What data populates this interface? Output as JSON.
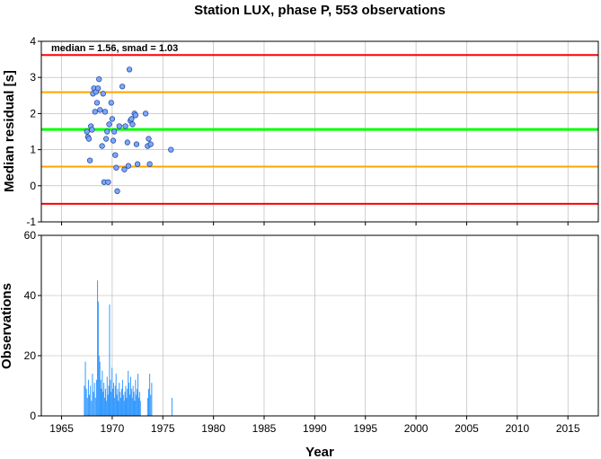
{
  "title": "Station LUX, phase P, 553 observations",
  "annotation": "median = 1.56, smad = 1.03",
  "colors": {
    "red_line": "#ff0000",
    "orange_line": "#ffa500",
    "green_line": "#00ff00",
    "points": "#7aa7ff",
    "bars": "#3399ff"
  },
  "chart_data": [
    {
      "type": "scatter",
      "ylabel": "Median residual [s]",
      "xlim": [
        1963,
        2018
      ],
      "ylim": [
        -1,
        4
      ],
      "yticks": [
        -1,
        0,
        1,
        2,
        3,
        4
      ],
      "grid": true,
      "hlines": [
        {
          "y": 3.62,
          "color": "red"
        },
        {
          "y": 2.59,
          "color": "orange"
        },
        {
          "y": 1.56,
          "color": "green"
        },
        {
          "y": 0.53,
          "color": "orange"
        },
        {
          "y": -0.5,
          "color": "red"
        }
      ],
      "points": [
        [
          1967.5,
          1.5
        ],
        [
          1967.6,
          1.35
        ],
        [
          1967.7,
          1.3
        ],
        [
          1967.8,
          0.7
        ],
        [
          1967.9,
          1.65
        ],
        [
          1968.0,
          1.55
        ],
        [
          1968.1,
          2.55
        ],
        [
          1968.2,
          2.7
        ],
        [
          1968.3,
          2.05
        ],
        [
          1968.4,
          2.6
        ],
        [
          1968.5,
          2.3
        ],
        [
          1968.6,
          2.7
        ],
        [
          1968.7,
          2.95
        ],
        [
          1968.8,
          2.1
        ],
        [
          1969.0,
          1.1
        ],
        [
          1969.1,
          2.55
        ],
        [
          1969.2,
          0.1
        ],
        [
          1969.3,
          2.05
        ],
        [
          1969.4,
          1.3
        ],
        [
          1969.5,
          1.5
        ],
        [
          1969.6,
          0.1
        ],
        [
          1969.7,
          1.7
        ],
        [
          1969.9,
          2.3
        ],
        [
          1970.0,
          1.85
        ],
        [
          1970.1,
          1.25
        ],
        [
          1970.2,
          1.5
        ],
        [
          1970.3,
          0.85
        ],
        [
          1970.4,
          0.5
        ],
        [
          1970.5,
          -0.15
        ],
        [
          1970.7,
          1.65
        ],
        [
          1971.0,
          2.75
        ],
        [
          1971.2,
          0.45
        ],
        [
          1971.3,
          1.65
        ],
        [
          1971.5,
          1.2
        ],
        [
          1971.6,
          0.55
        ],
        [
          1971.7,
          3.22
        ],
        [
          1971.8,
          1.8
        ],
        [
          1971.9,
          1.85
        ],
        [
          1972.0,
          1.7
        ],
        [
          1972.2,
          2.0
        ],
        [
          1972.3,
          1.95
        ],
        [
          1972.4,
          1.15
        ],
        [
          1972.5,
          0.6
        ],
        [
          1973.3,
          2.0
        ],
        [
          1973.5,
          1.1
        ],
        [
          1973.6,
          1.3
        ],
        [
          1973.7,
          0.6
        ],
        [
          1973.8,
          1.15
        ],
        [
          1975.8,
          1.0
        ]
      ]
    },
    {
      "type": "bar",
      "xlabel": "Year",
      "ylabel": "Observations",
      "xlim": [
        1963,
        2018
      ],
      "ylim": [
        0,
        60
      ],
      "xticks": [
        1965,
        1970,
        1975,
        1980,
        1985,
        1990,
        1995,
        2000,
        2005,
        2010,
        2015
      ],
      "yticks": [
        0,
        20,
        40,
        60
      ],
      "grid": true,
      "bars": [
        [
          1967.25,
          10
        ],
        [
          1967.35,
          18
        ],
        [
          1967.45,
          9
        ],
        [
          1967.55,
          6
        ],
        [
          1967.65,
          12
        ],
        [
          1967.75,
          7
        ],
        [
          1967.85,
          10
        ],
        [
          1967.95,
          5
        ],
        [
          1968.05,
          14
        ],
        [
          1968.15,
          8
        ],
        [
          1968.25,
          11
        ],
        [
          1968.35,
          6
        ],
        [
          1968.45,
          12
        ],
        [
          1968.55,
          45
        ],
        [
          1968.62,
          38
        ],
        [
          1968.7,
          20
        ],
        [
          1968.78,
          18
        ],
        [
          1968.86,
          12
        ],
        [
          1968.94,
          9
        ],
        [
          1969.02,
          15
        ],
        [
          1969.1,
          8
        ],
        [
          1969.18,
          11
        ],
        [
          1969.26,
          6
        ],
        [
          1969.34,
          9
        ],
        [
          1969.42,
          5
        ],
        [
          1969.5,
          13
        ],
        [
          1969.58,
          7
        ],
        [
          1969.66,
          10
        ],
        [
          1969.74,
          37
        ],
        [
          1969.82,
          12
        ],
        [
          1969.9,
          8
        ],
        [
          1969.98,
          16
        ],
        [
          1970.06,
          9
        ],
        [
          1970.14,
          11
        ],
        [
          1970.22,
          6
        ],
        [
          1970.3,
          10
        ],
        [
          1970.38,
          14
        ],
        [
          1970.46,
          7
        ],
        [
          1970.54,
          9
        ],
        [
          1970.62,
          5
        ],
        [
          1970.7,
          11
        ],
        [
          1970.78,
          8
        ],
        [
          1970.86,
          6
        ],
        [
          1970.94,
          9
        ],
        [
          1971.02,
          12
        ],
        [
          1971.1,
          7
        ],
        [
          1971.18,
          5
        ],
        [
          1971.26,
          8
        ],
        [
          1971.34,
          10
        ],
        [
          1971.42,
          6
        ],
        [
          1971.5,
          9
        ],
        [
          1971.58,
          15
        ],
        [
          1971.66,
          11
        ],
        [
          1971.74,
          7
        ],
        [
          1971.82,
          13
        ],
        [
          1971.9,
          9
        ],
        [
          1971.98,
          6
        ],
        [
          1972.06,
          10
        ],
        [
          1972.14,
          8
        ],
        [
          1972.22,
          5
        ],
        [
          1972.3,
          12
        ],
        [
          1972.38,
          7
        ],
        [
          1972.46,
          9
        ],
        [
          1972.54,
          14
        ],
        [
          1972.62,
          6
        ],
        [
          1972.7,
          8
        ],
        [
          1972.78,
          5
        ],
        [
          1973.5,
          6
        ],
        [
          1973.6,
          9
        ],
        [
          1973.7,
          14
        ],
        [
          1973.8,
          7
        ],
        [
          1973.9,
          11
        ],
        [
          1975.9,
          6
        ]
      ]
    }
  ]
}
